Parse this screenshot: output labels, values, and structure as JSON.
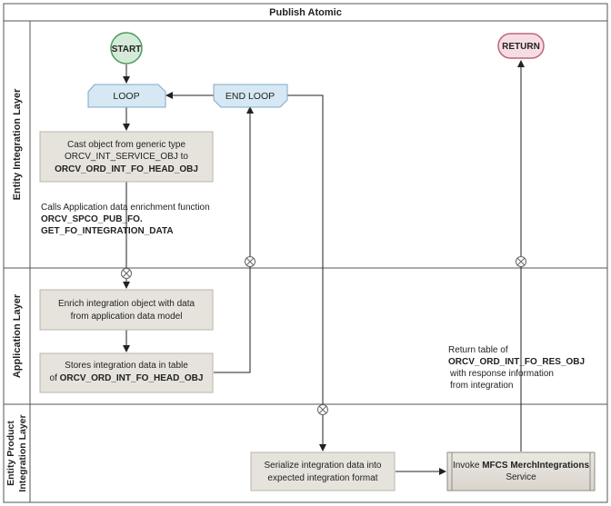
{
  "title": "Publish Atomic",
  "lanes": [
    {
      "label": "Entity Integration Layer"
    },
    {
      "label": "Application Layer"
    },
    {
      "label1": "Entity Product",
      "label2": "Integration Layer"
    }
  ],
  "nodes": {
    "start": "START",
    "return": "RETURN",
    "loop": "LOOP",
    "end_loop": "END LOOP",
    "cast": {
      "line1": "Cast object from generic type",
      "line2": "ORCV_INT_SERVICE_OBJ to",
      "line3": "ORCV_ORD_INT_FO_HEAD_OBJ"
    },
    "enrich": {
      "line1": "Enrich integration object with data",
      "line2": "from application data model"
    },
    "stores": {
      "line1": "Stores integration data in table",
      "line2_prefix": "of ",
      "line2_bold": "ORCV_ORD_INT_FO_HEAD_OBJ"
    },
    "serialize": {
      "line1": "Serialize integration data into",
      "line2": "expected integration format"
    },
    "invoke": {
      "prefix": "Invoke ",
      "bold": "MFCS MerchIntegrations",
      "line2": "Service"
    }
  },
  "annotations": {
    "calls": {
      "line1": "Calls Application data enrichment function",
      "line2": "ORCV_SPCO_PUB_FO.",
      "line3": "GET_FO_INTEGRATION_DATA"
    },
    "returns": {
      "line1": "Return table of",
      "line2": "ORCV_ORD_INT_FO_RES_OBJ",
      "line3": "with response information",
      "line4": "from integration"
    }
  },
  "colors": {
    "start_fill": "#d5ead8",
    "start_stroke": "#4e9a5e",
    "return_fill": "#f6dde3",
    "return_stroke": "#c0657a",
    "loop_fill": "#d6e8f3",
    "loop_stroke": "#7fa9c6",
    "box_fill": "#e6e3dc",
    "box_stroke": "#b9b5ad"
  }
}
